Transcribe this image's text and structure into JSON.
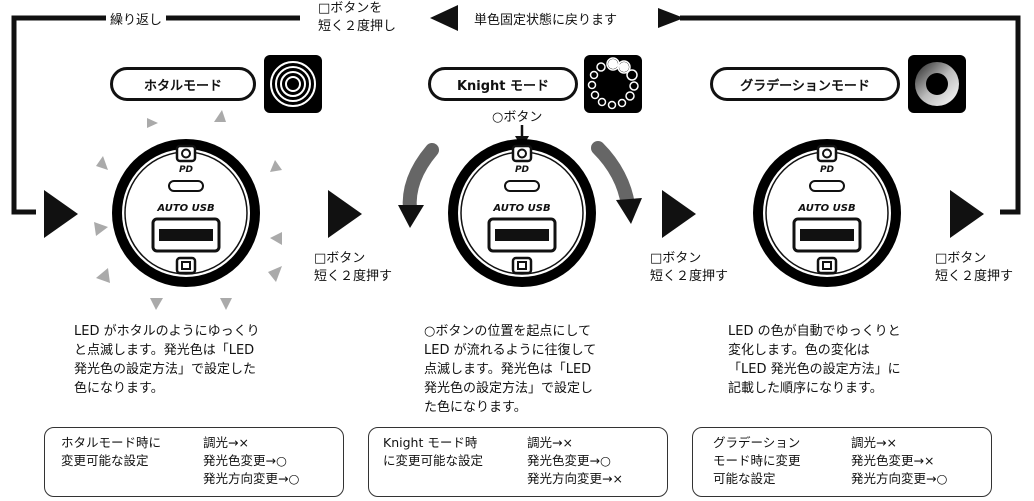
{
  "loop": {
    "repeat_label": "繰り返し",
    "top_press_line1": "□ボタンを",
    "top_press_line2": "短く２度押し",
    "return_label": "単色固定状態に戻ります"
  },
  "modes": [
    {
      "id": "hotaru",
      "title": "ホタルモード",
      "description": [
        "LED がホタルのようにゆっくり",
        "と点滅します。発光色は「LED",
        "発光色の設定方法」で設定した",
        "色になります。"
      ],
      "settings_heading": [
        "ホタルモード時に",
        "変更可能な設定"
      ],
      "settings": [
        "調光→×",
        "発光色変更→○",
        "発光方向変更→○"
      ]
    },
    {
      "id": "knight",
      "title": "Knight モード",
      "description": [
        "○ボタンの位置を起点にして",
        "LED が流れるように往復して",
        "点滅します。発光色は「LED",
        "発光色の設定方法」で設定し",
        "た色になります。"
      ],
      "settings_heading": [
        "Knight モード時",
        "に変更可能な設定"
      ],
      "settings": [
        "調光→×",
        "発光色変更→○",
        "発光方向変更→×"
      ]
    },
    {
      "id": "gradation",
      "title": "グラデーションモード",
      "description": [
        "LED の色が自動でゆっくりと",
        "変化します。色の変化は",
        "「LED 発光色の設定方法」に",
        "記載した順序になります。"
      ],
      "settings_heading": [
        "グラデーション",
        "モード時に変更",
        "可能な設定"
      ],
      "settings": [
        "調光→×",
        "発光色変更→×",
        "発光方向変更→○"
      ]
    }
  ],
  "device": {
    "port_label_pd": "PD",
    "port_label_usb": "AUTO USB"
  },
  "circle_button_label": "○ボタン",
  "press_twice": {
    "line1": "□ボタン",
    "line2": "短く２度押す"
  }
}
